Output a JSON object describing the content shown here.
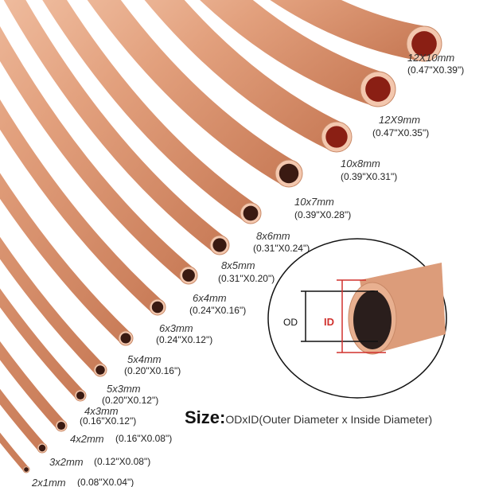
{
  "tubes": [
    {
      "name": "12X10mm",
      "dims": "(0.47\"X0.39\")"
    },
    {
      "name": "12X9mm",
      "dims": "(0.47\"X0.35\")"
    },
    {
      "name": "10x8mm",
      "dims": "(0.39\"X0.31\")"
    },
    {
      "name": "10x7mm",
      "dims": "(0.39\"X0.28\")"
    },
    {
      "name": "8x6mm",
      "dims": "(0.31\"X0.24\")"
    },
    {
      "name": "8x5mm",
      "dims": "(0.31\"X0.20\")"
    },
    {
      "name": "6x4mm",
      "dims": "(0.24\"X0.16\")"
    },
    {
      "name": "6x3mm",
      "dims": "(0.24\"X0.12\")"
    },
    {
      "name": "5x4mm",
      "dims": "(0.20\"X0.16\")"
    },
    {
      "name": "5x3mm",
      "dims": "(0.20\"X0.12\")"
    },
    {
      "name": "4x3mm",
      "dims": "(0.16\"X0.12\")"
    },
    {
      "name": "4x2mm",
      "dims": "(0.16\"X0.08\")"
    },
    {
      "name": "3x2mm",
      "dims": "(0.12\"X0.08\")"
    },
    {
      "name": "2x1mm",
      "dims": "(0.08\"X0.04\")"
    }
  ],
  "detail": {
    "od_label": "OD",
    "id_label": "ID"
  },
  "size": {
    "label": "Size:",
    "text": "ODxID(Outer Diameter x Inside Diameter)"
  },
  "colors": {
    "copper": "#e3a080",
    "id_red": "#d0312d"
  }
}
